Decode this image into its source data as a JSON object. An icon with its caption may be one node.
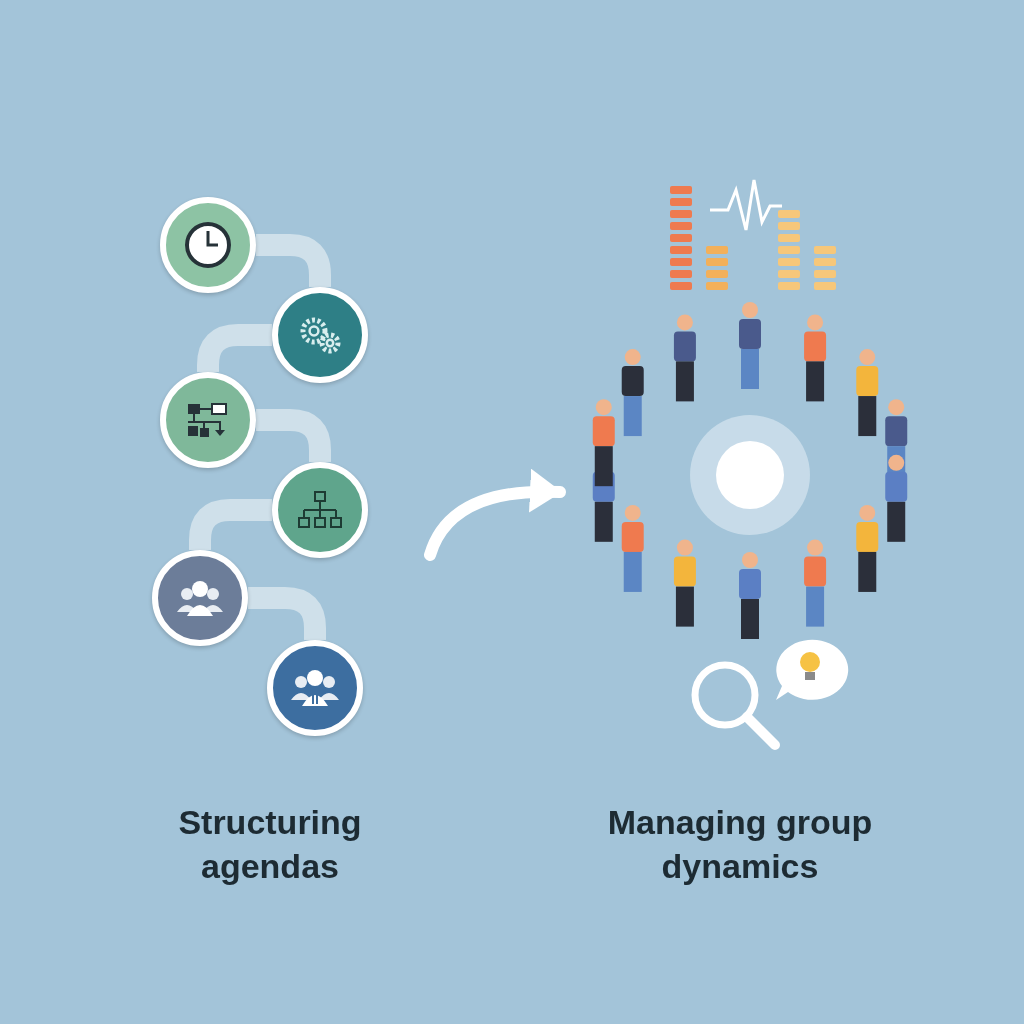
{
  "diagram": {
    "nodes": [
      {
        "text": [
          "Structuring agendas"
        ]
      },
      {
        "text": [],
        "shape": "circle",
        "in": 0
      },
      {
        "text": [],
        "shape": "circle",
        "in": 0
      },
      {
        "text": [],
        "shape": "circle",
        "in": 0
      },
      {
        "text": [],
        "shape": "circle",
        "in": 0
      },
      {
        "text": [],
        "shape": "circle",
        "in": 0
      },
      {
        "text": [],
        "shape": "circle",
        "in": 0
      },
      {
        "text": [
          "Managing group dynamics"
        ]
      }
    ],
    "edges": [
      {
        "from": 1,
        "to": 2,
        "arrow": "none"
      },
      {
        "from": 2,
        "to": 3,
        "arrow": "none"
      },
      {
        "from": 3,
        "to": 4,
        "arrow": "none"
      },
      {
        "from": 4,
        "to": 5,
        "arrow": "none"
      },
      {
        "from": 5,
        "to": 6,
        "arrow": "none"
      },
      {
        "from": 0,
        "to": 7,
        "arrow": "to"
      }
    ]
  }
}
